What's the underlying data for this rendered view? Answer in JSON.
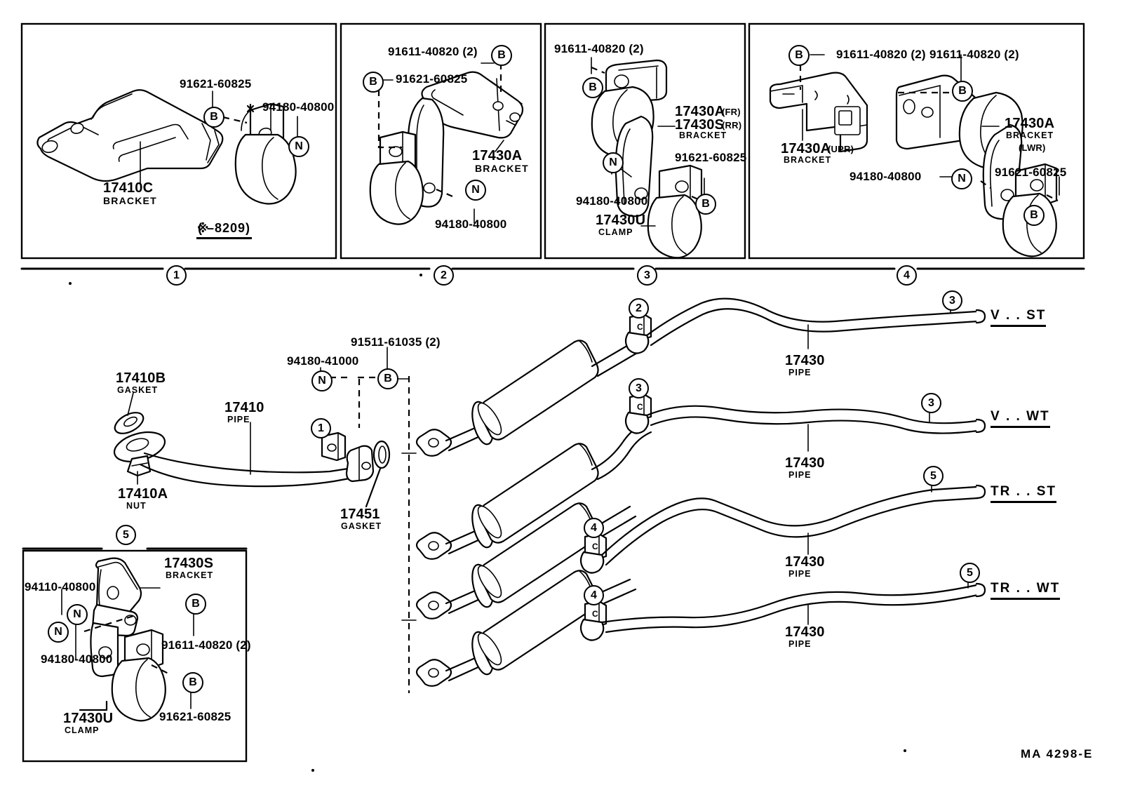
{
  "diagram": {
    "sheet_code": "MA 4298-E",
    "panels": [
      {
        "number": "1",
        "labels": [
          {
            "pn": "91621-60825",
            "marker": "B"
          },
          {
            "pn": "94180-40800",
            "marker": "N",
            "prefix": "※"
          },
          {
            "pn": "17410C",
            "sub": "BRACKET"
          }
        ],
        "note": "※(        –8209)"
      },
      {
        "number": "2",
        "labels": [
          {
            "pn": "91611-40820 (2)",
            "marker": "B"
          },
          {
            "pn": "91621-60825",
            "marker": "B"
          },
          {
            "pn": "17430A",
            "sub": "BRACKET"
          },
          {
            "pn": "94180-40800",
            "marker": "N"
          }
        ]
      },
      {
        "number": "3",
        "labels": [
          {
            "pn": "91611-40820 (2)",
            "marker": "B"
          },
          {
            "pn": "17430A",
            "suffix": "(FR)"
          },
          {
            "pn": "17430S",
            "suffix": "(RR)",
            "sub": "BRACKET"
          },
          {
            "pn": "91621-60825",
            "marker": "B"
          },
          {
            "pn": "94180-40800",
            "marker": "N"
          },
          {
            "pn": "17430U",
            "sub": "CLAMP"
          }
        ]
      },
      {
        "number": "4",
        "labels": [
          {
            "pn": "91611-40820 (2)",
            "marker": "B"
          },
          {
            "pn": "91611-40820 (2)",
            "marker": "B"
          },
          {
            "pn": "17430A",
            "suffix": "(UPR)",
            "sub": "BRACKET"
          },
          {
            "pn": "17430A",
            "sub": "BRACKET",
            "suffix2": "(LWR)"
          },
          {
            "pn": "94180-40800",
            "marker": "N"
          },
          {
            "pn": "91621-60825",
            "marker": "B"
          }
        ]
      },
      {
        "number": "5",
        "labels": [
          {
            "pn": "17430S",
            "sub": "BRACKET"
          },
          {
            "pn": "94110-40800",
            "marker": "N"
          },
          {
            "pn": "94180-40800",
            "marker": "N"
          },
          {
            "pn": "91611-40820 (2)",
            "marker": "B"
          },
          {
            "pn": "91621-60825",
            "marker": "B"
          },
          {
            "pn": "17430U",
            "sub": "CLAMP"
          }
        ]
      }
    ],
    "panel1": {
      "bolt": "91621-60825",
      "bolt_marker": "B",
      "nut": "94180-40800",
      "nut_marker": "N",
      "star": "※",
      "bracket": "17410C",
      "bracket_sub": "BRACKET",
      "note_star": "※",
      "note_text": "(            –8209)",
      "index": "1"
    },
    "panel2": {
      "bolt_top": "91611-40820 (2)",
      "bolt_top_marker": "B",
      "bolt_left": "91621-60825",
      "bolt_left_marker": "B",
      "bracket": "17430A",
      "bracket_sub": "BRACKET",
      "nut": "94180-40800",
      "nut_marker": "N",
      "index": "2"
    },
    "panel3": {
      "bolt_top": "91611-40820 (2)",
      "bolt_top_marker": "B",
      "bracket_fr": "17430A",
      "bracket_fr_suffix": "(FR)",
      "bracket_rr": "17430S",
      "bracket_rr_suffix": "(RR)",
      "bracket_sub": "BRACKET",
      "bolt_right": "91621-60825",
      "bolt_right_marker": "B",
      "nut": "94180-40800",
      "nut_marker": "N",
      "clamp": "17430U",
      "clamp_sub": "CLAMP",
      "index": "3"
    },
    "panel4": {
      "bolt_left": "91611-40820 (2)",
      "bolt_left_marker": "B",
      "bolt_right": "91611-40820 (2)",
      "bolt_right_marker": "B",
      "bracket_upr": "17430A",
      "bracket_upr_suffix": "(UPR)",
      "bracket_upr_sub": "BRACKET",
      "bracket_lwr": "17430A",
      "bracket_lwr_sub": "BRACKET",
      "bracket_lwr_suffix": "(LWR)",
      "nut": "94180-40800",
      "nut_marker": "N",
      "bolt_low": "91621-60825",
      "bolt_low_marker": "B",
      "index": "4"
    },
    "panel5": {
      "bracket": "17430S",
      "bracket_sub": "BRACKET",
      "nut_a": "94110-40800",
      "nut_a_marker": "N",
      "nut_b": "94180-40800",
      "nut_b_marker": "N",
      "bolt_top": "91611-40820 (2)",
      "bolt_top_marker": "B",
      "bolt_low": "91621-60825",
      "bolt_low_marker": "B",
      "clamp": "17430U",
      "clamp_sub": "CLAMP",
      "index": "5"
    },
    "front_pipe": {
      "gasket_b": "17410B",
      "gasket_b_sub": "GASKET",
      "nut_a": "17410A",
      "nut_a_sub": "NUT",
      "pipe": "17410",
      "pipe_sub": "PIPE",
      "nut": "94180-41000",
      "nut_marker": "N",
      "bolt": "91511-61035 (2)",
      "bolt_marker": "B",
      "gasket_17451": "17451",
      "gasket_17451_sub": "GASKET",
      "callout": "1"
    },
    "variants": [
      {
        "name": "V . . ST",
        "clamp_callout": "2",
        "pipe_callout": "3",
        "pipe": "17430",
        "pipe_sub": "PIPE"
      },
      {
        "name": "V . . WT",
        "clamp_callout": "3",
        "pipe_callout": "3",
        "pipe": "17430",
        "pipe_sub": "PIPE"
      },
      {
        "name": "TR . . ST",
        "clamp_callout": "4",
        "pipe_callout": "5",
        "pipe": "17430",
        "pipe_sub": "PIPE"
      },
      {
        "name": "TR . . WT",
        "clamp_callout": "4",
        "pipe_callout": "5",
        "pipe": "17430",
        "pipe_sub": "PIPE"
      }
    ]
  }
}
